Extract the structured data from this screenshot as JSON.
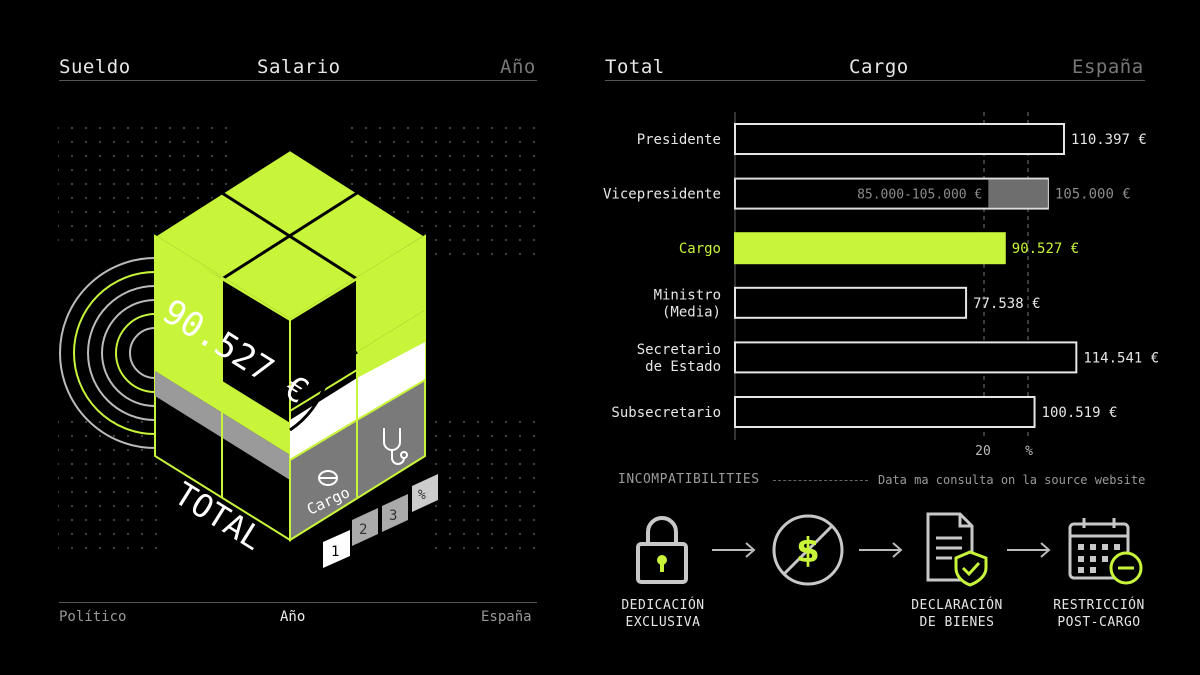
{
  "left_panel": {
    "headers": [
      "Sueldo",
      "Salario",
      "Año"
    ],
    "footers": [
      "Político",
      "Año",
      "España"
    ],
    "value_label": "90.527 €",
    "total_label": "TOTAL",
    "cargo_label": "Cargo",
    "tabs": [
      "1",
      "2",
      "3",
      "%"
    ]
  },
  "right_panel": {
    "headers": [
      "Total",
      "Cargo",
      "España"
    ]
  },
  "chart_data": {
    "type": "bar",
    "orientation": "horizontal",
    "categories": [
      "Presidente",
      "Vicepresidente",
      "Cargo",
      "Ministro\n(Media)",
      "Secretario\nde Estado",
      "Subsecretario"
    ],
    "values": [
      110397,
      105000,
      90527,
      77538,
      114541,
      100519
    ],
    "value_labels": [
      "110.397 €",
      "105.000 €",
      "90.527 €",
      "77.538 €",
      "114.541 €",
      "100.519 €"
    ],
    "range_annotation": {
      "category": "Vicepresidente",
      "label": "85.000-105.000 €",
      "from": 85000,
      "to": 105000
    },
    "highlight": "Cargo",
    "x_ticks": [
      "20",
      "%"
    ],
    "accent_color": "#c8f53a"
  },
  "incompatibilities": {
    "title": "INCOMPATIBILITIES",
    "note": "Data ma consulta on la source website",
    "steps": [
      {
        "icon": "lock-icon",
        "label": "DEDICACIÓN\nEXCLUSIVA"
      },
      {
        "icon": "no-dollar-icon",
        "label": ""
      },
      {
        "icon": "document-check-icon",
        "label": "DECLARACIÓN\nDE BIENES"
      },
      {
        "icon": "calendar-minus-icon",
        "label": "RESTRICCIÓN\nPOST-CARGO"
      }
    ]
  },
  "colors": {
    "accent": "#c8f53a",
    "background": "#000000",
    "muted": "#8a8a8a"
  }
}
